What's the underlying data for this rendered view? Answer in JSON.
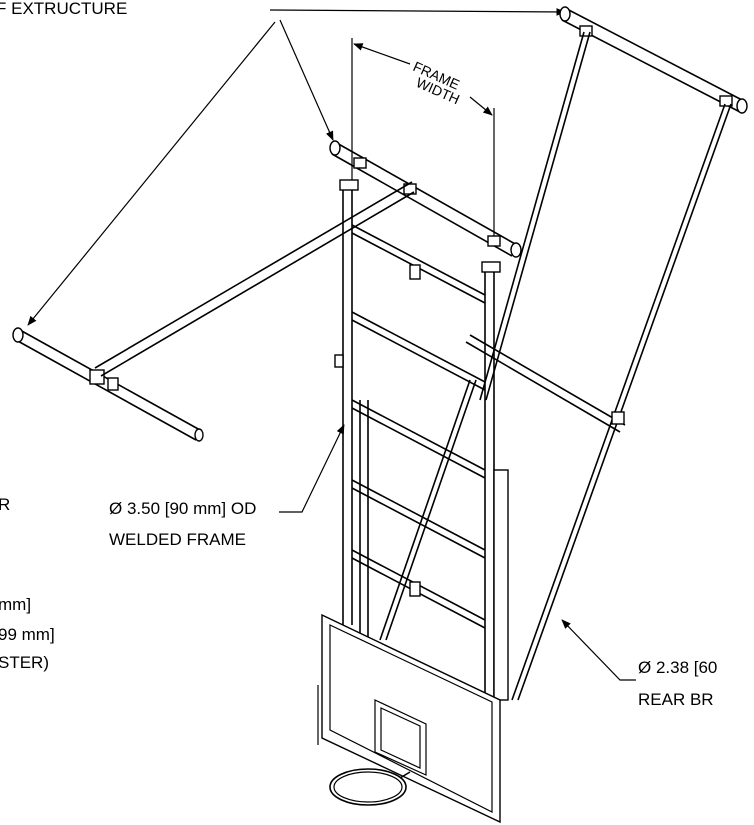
{
  "labels": {
    "top_left": "F EXTRUCTURE",
    "frame_width_line1": "FRAME",
    "frame_width_line2": "WIDTH",
    "frame_od_line1": "Ø 3.50 [90 mm] OD",
    "frame_od_line2": "WELDED FRAME",
    "left_partial_r": "R",
    "left_partial_1": "mm]",
    "left_partial_2": "99 mm]",
    "left_partial_3": "STER)",
    "rear_brace_line1": "Ø 2.38 [60",
    "rear_brace_line2": "REAR BR"
  }
}
